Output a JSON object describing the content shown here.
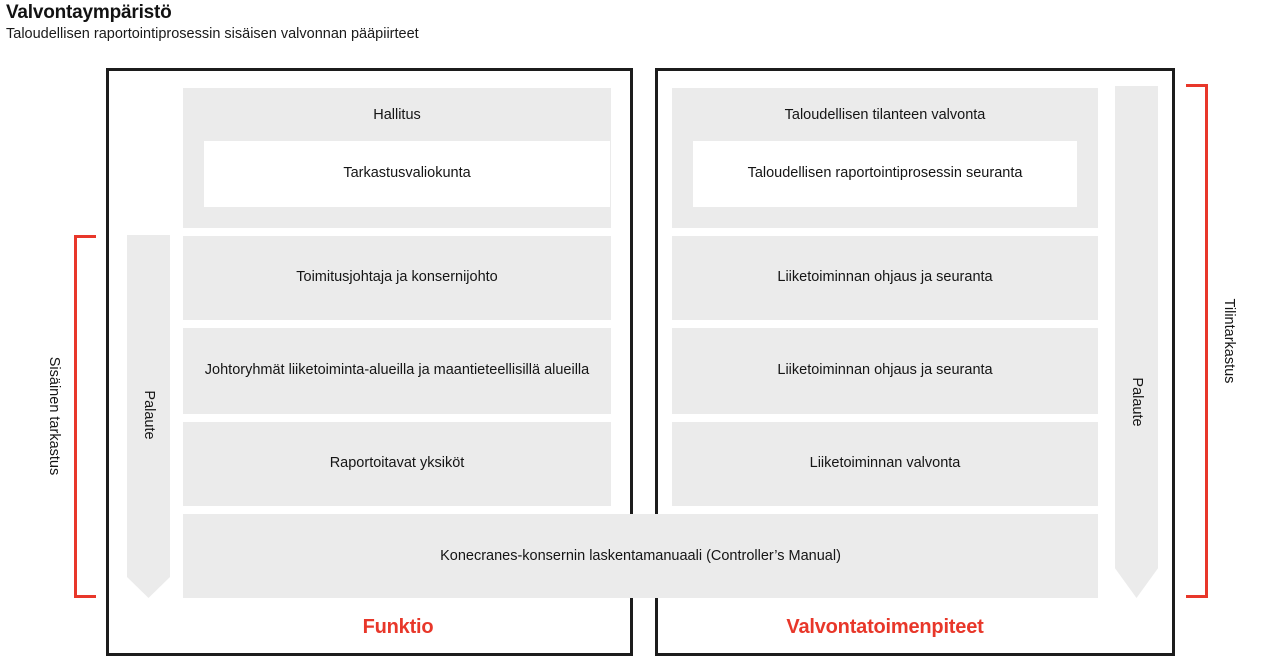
{
  "header": {
    "title": "Valvontaympäristö",
    "subtitle": "Taloudellisen raportointiprosessin sisäisen valvonnan pääpiirteet"
  },
  "colors": {
    "accent_red": "#e8372a",
    "box_grey": "#ebebeb",
    "panel_border": "#1c1c1c",
    "text": "#151515"
  },
  "left_panel": {
    "caption": "Funktio",
    "boxes": [
      {
        "label": "Hallitus",
        "sub_label": "Tarkastusvaliokunta"
      },
      {
        "label": "Toimitusjohtaja ja konsernijohto"
      },
      {
        "label": "Johtoryhmät liiketoiminta-alueilla ja maantieteellisillä alueilla"
      },
      {
        "label": "Raportoitavat yksiköt"
      }
    ],
    "feedback_arrow": {
      "label": "Palaute",
      "direction": "down"
    }
  },
  "right_panel": {
    "caption": "Valvontatoimenpiteet",
    "boxes": [
      {
        "label": "Taloudellisen tilanteen valvonta",
        "sub_label": "Taloudellisen raportointiprosessin seuranta"
      },
      {
        "label": "Liiketoiminnan ohjaus ja seuranta"
      },
      {
        "label": "Liiketoiminnan ohjaus ja seuranta"
      },
      {
        "label": "Liiketoiminnan valvonta"
      }
    ],
    "feedback_arrow": {
      "label": "Palaute",
      "direction": "down"
    }
  },
  "shared_box": {
    "label": "Konecranes-konsernin laskentamanuaali (Controller’s Manual)"
  },
  "brackets": {
    "left": {
      "label": "Sisäinen tarkastus"
    },
    "right": {
      "label": "Tilintarkastus"
    }
  }
}
